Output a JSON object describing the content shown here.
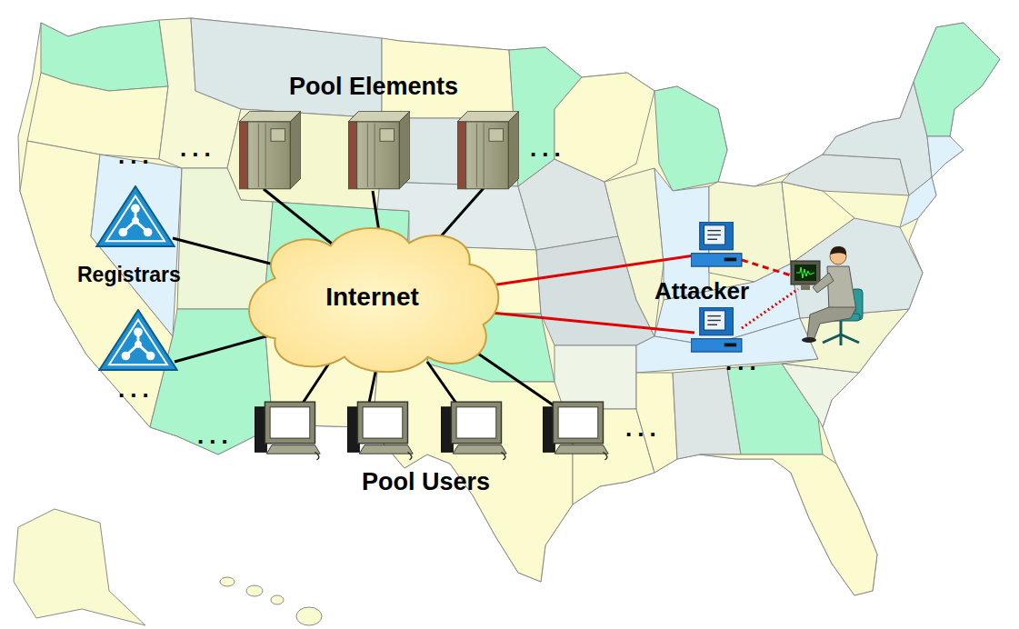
{
  "diagram": {
    "nodes": [
      {
        "text": [
          "Internet"
        ]
      }
    ],
    "labels": [
      "Pool Elements",
      "...",
      "...",
      "...",
      "Registrars",
      "...",
      "Attacker",
      "...",
      "Pool Users",
      "...",
      "..."
    ]
  }
}
